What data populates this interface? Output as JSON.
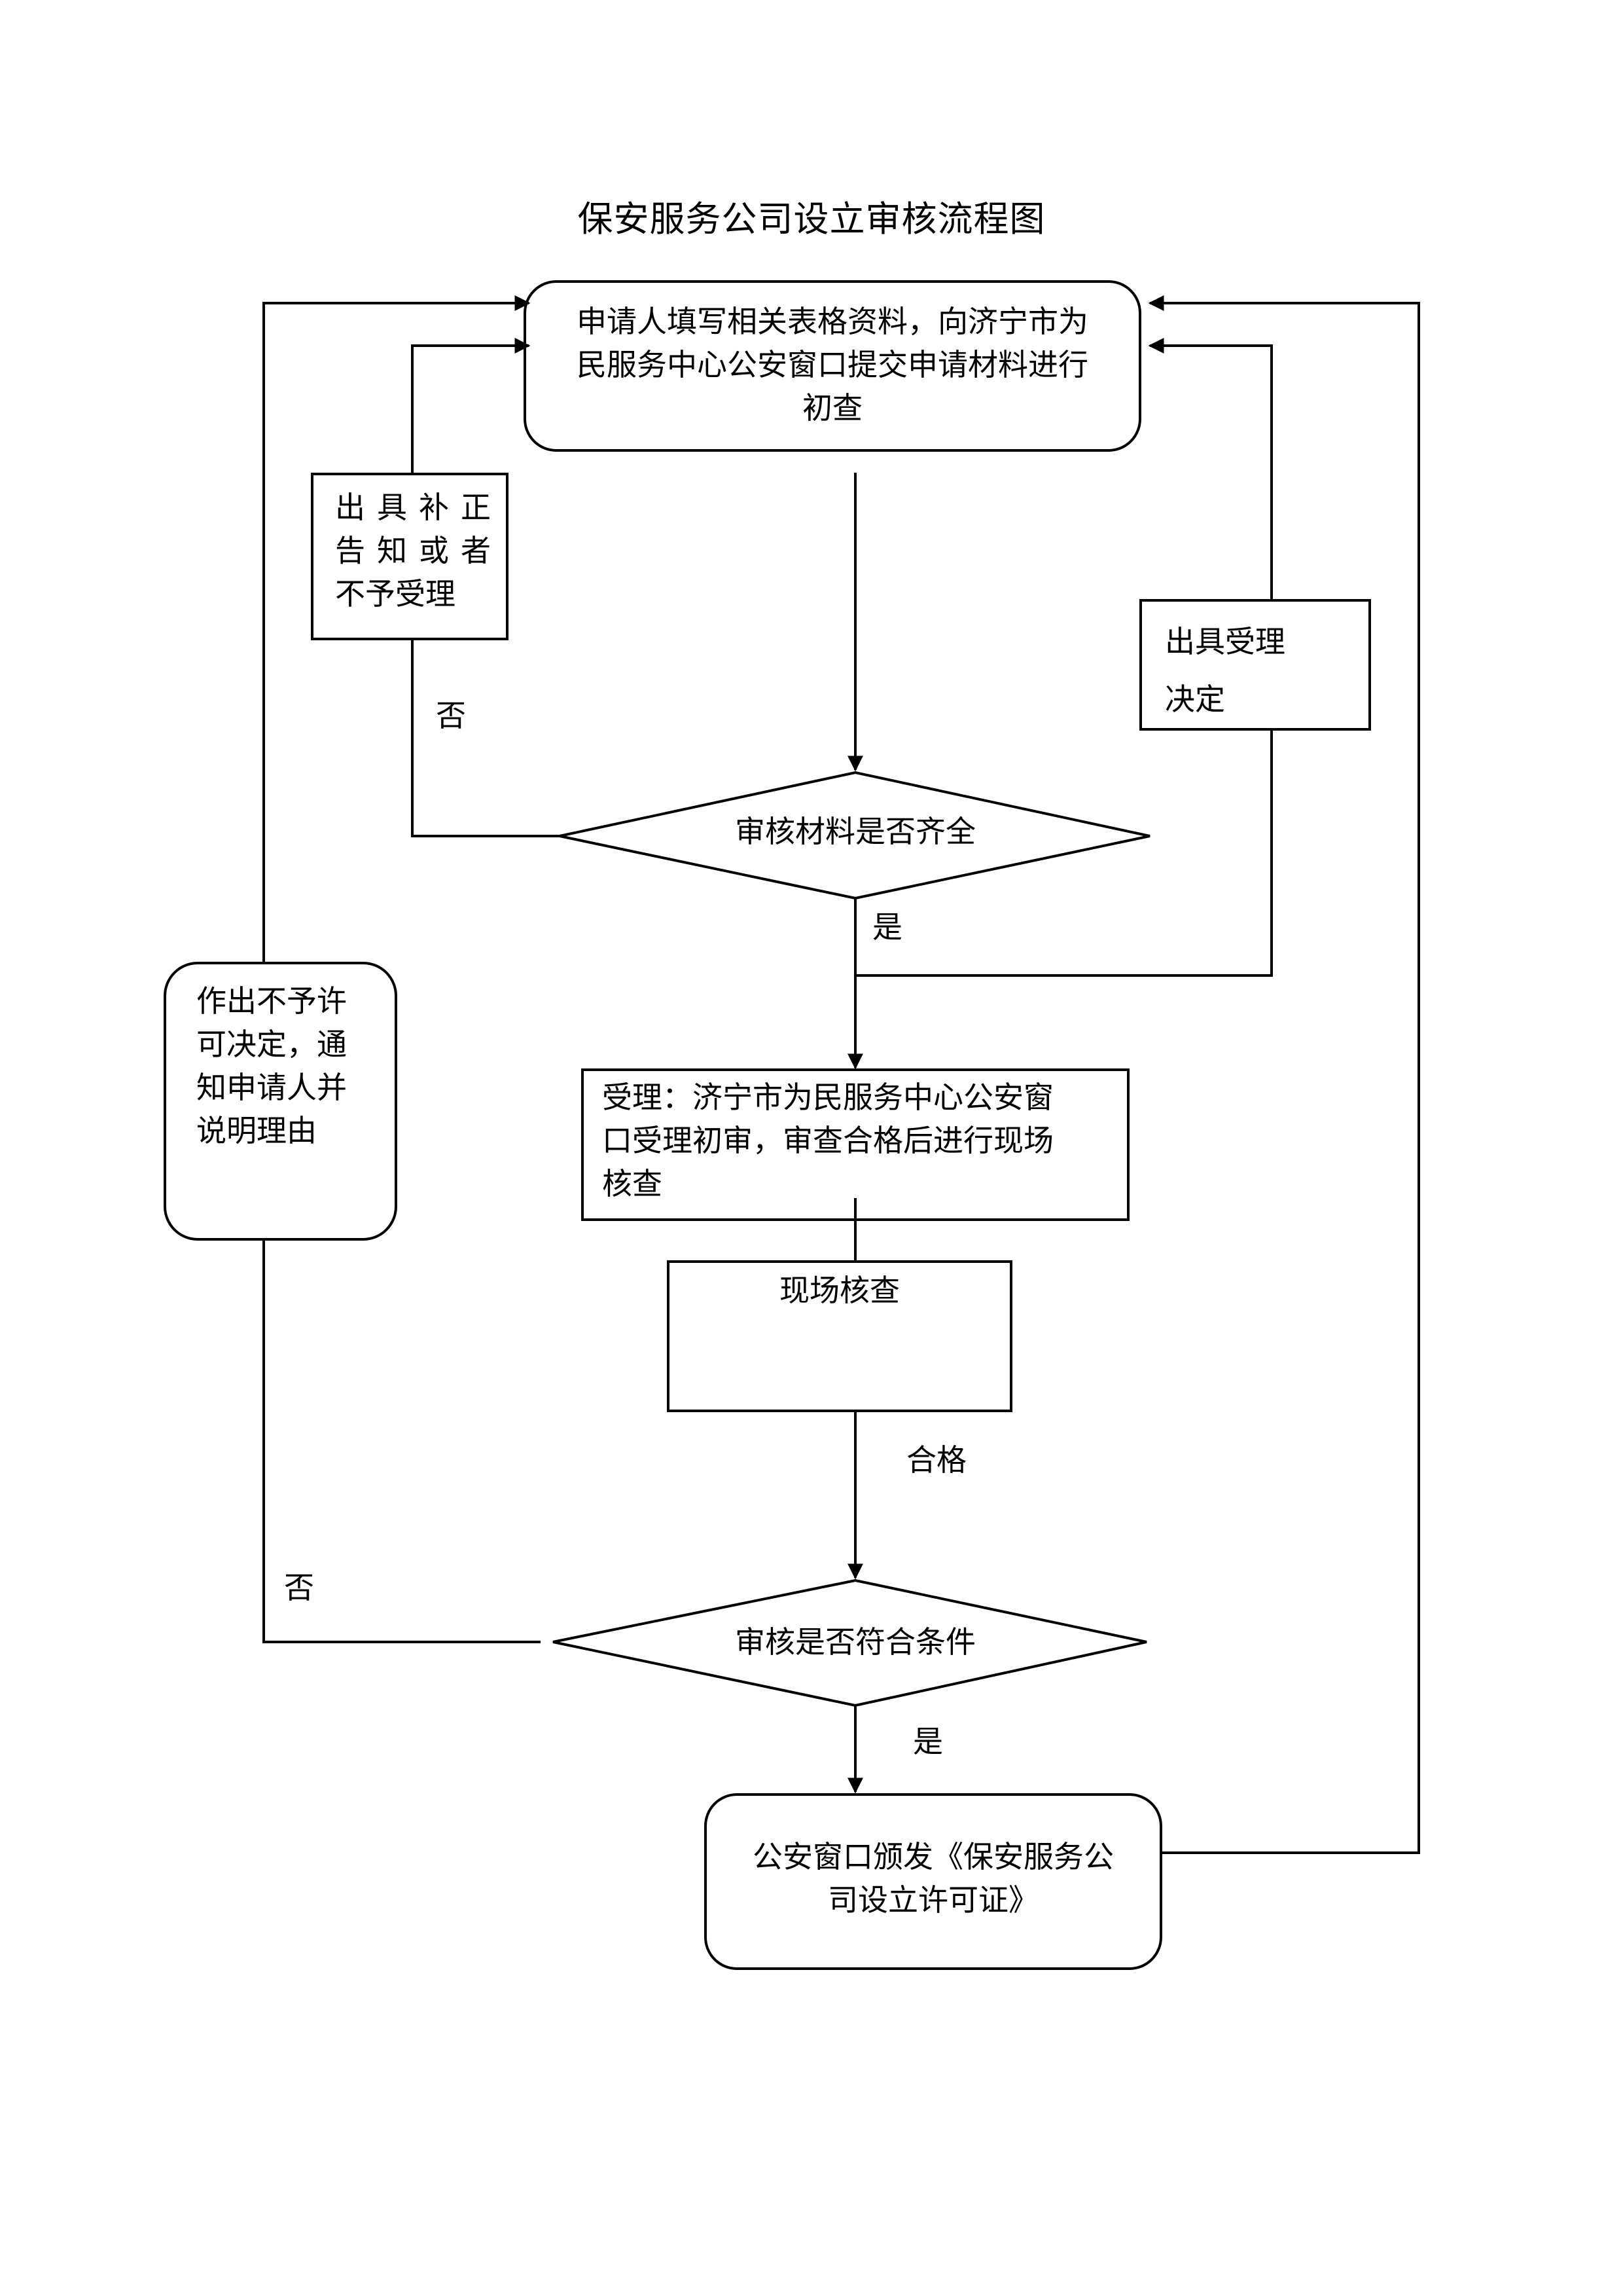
{
  "title": "保安服务公司设立审核流程图",
  "nodes": {
    "apply": {
      "line1": "申请人填写相关表格资料，向济宁市为",
      "line2": "民服务中心公安窗口提交申请材料进行",
      "line3": "初查"
    },
    "correction": {
      "line1": "出具补正",
      "line2": "告知或者",
      "line3": "不予受理"
    },
    "accept_decision": {
      "line1": "出具受理",
      "line2": "决定"
    },
    "check_materials": "审核材料是否齐全",
    "accept": {
      "line1": "受理：济宁市为民服务中心公安窗",
      "line2": "口受理初审，审查合格后进行现场",
      "line3": "核查"
    },
    "deny": {
      "line1": "作出不予许",
      "line2": "可决定，通",
      "line3": "知申请人并",
      "line4": "说明理由"
    },
    "site_check": "现场核查",
    "check_conditions": "审核是否符合条件",
    "issue": {
      "line1": "公安窗口颁发《保安服务公",
      "line2": "司设立许可证》"
    }
  },
  "edge_labels": {
    "no_1": "否",
    "yes_1": "是",
    "qualified": "合格",
    "no_2": "否",
    "yes_2": "是"
  }
}
